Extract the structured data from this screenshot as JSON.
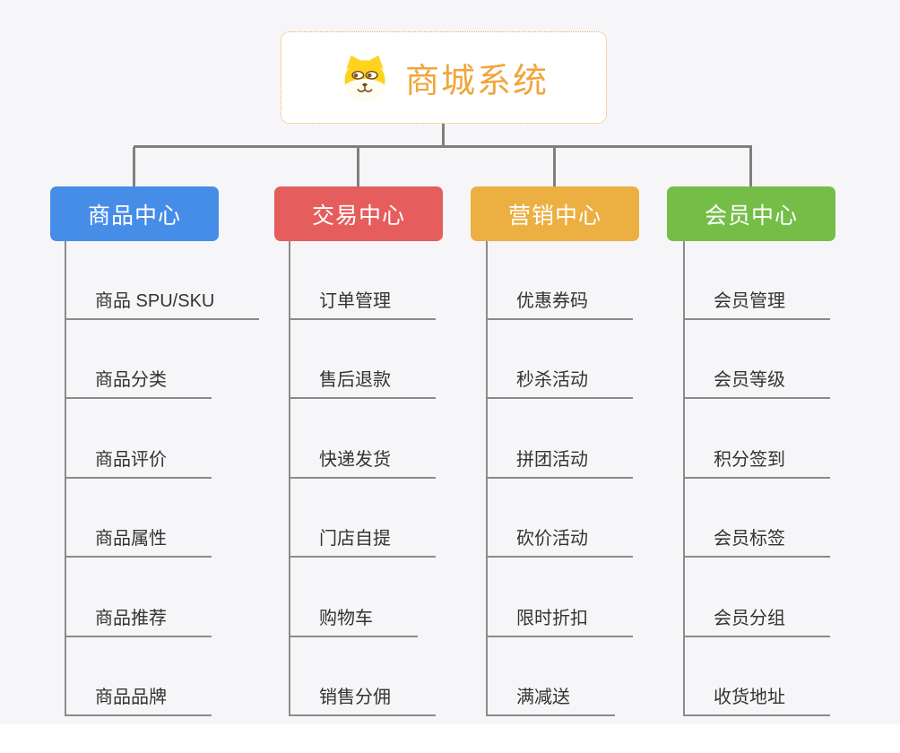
{
  "root": {
    "title": "商城系统",
    "icon": "dog-face-icon",
    "title_color": "#F0A63C",
    "border_color": "#F2AB4E"
  },
  "colors": {
    "canvas_background": "#F6F6F8",
    "connector": "#7F7F7F",
    "leaf_text": "#333333",
    "leaf_underline": "#8B8B8B"
  },
  "branches": [
    {
      "label": "商品中心",
      "color": "#468DE8",
      "children": [
        "商品 SPU/SKU",
        "商品分类",
        "商品评价",
        "商品属性",
        "商品推荐",
        "商品品牌"
      ]
    },
    {
      "label": "交易中心",
      "color": "#E55D5D",
      "children": [
        "订单管理",
        "售后退款",
        "快递发货",
        "门店自提",
        "购物车",
        "销售分佣"
      ]
    },
    {
      "label": "营销中心",
      "color": "#ECAF42",
      "children": [
        "优惠券码",
        "秒杀活动",
        "拼团活动",
        "砍价活动",
        "限时折扣",
        "满减送"
      ]
    },
    {
      "label": "会员中心",
      "color": "#74BE48",
      "children": [
        "会员管理",
        "会员等级",
        "积分签到",
        "会员标签",
        "会员分组",
        "收货地址"
      ]
    }
  ]
}
